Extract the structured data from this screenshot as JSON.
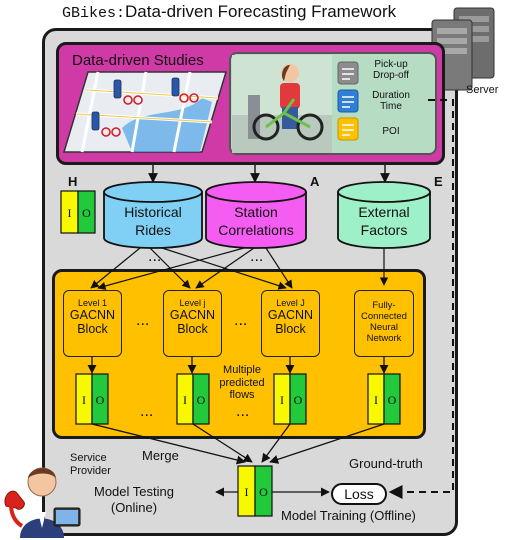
{
  "title": {
    "system_name": "GBikes",
    "separator": ":",
    "subtitle": "Data-driven Forecasting Framework"
  },
  "server": {
    "label": "Server"
  },
  "studies": {
    "title": "Data-driven Studies",
    "legend": [
      {
        "label": "Pick-up\nDrop-off",
        "icon": "document-icon",
        "color": "#8c8c8c"
      },
      {
        "label": "Duration\nTime",
        "icon": "document-icon",
        "color": "#2f7fd6"
      },
      {
        "label": "POI",
        "icon": "document-icon",
        "color": "#ffc000"
      }
    ]
  },
  "data_sources": [
    {
      "key": "historical",
      "lines": [
        "Historical",
        "Rides"
      ],
      "color": "#7fd0f4"
    },
    {
      "key": "correlations",
      "lines": [
        "Station",
        "Correlations"
      ],
      "color": "#f55cf2"
    },
    {
      "key": "external",
      "lines": [
        "External",
        "Factors"
      ],
      "color": "#9ef0c8"
    }
  ],
  "markers": {
    "H": "H",
    "A": "A",
    "E": "E"
  },
  "io": {
    "input": "I",
    "output": "O"
  },
  "blocks": {
    "level1": {
      "small": "Level 1",
      "big": "GACNN\nBlock",
      "color": "#f9706b"
    },
    "levelj": {
      "small": "Level j",
      "big": "GACNN\nBlock",
      "color": "#7fe36c"
    },
    "levelJ": {
      "small": "Level J",
      "big": "GACNN\nBlock",
      "color": "#1ce0e8"
    },
    "fc": {
      "text": "Fully-\nConnected\nNeural\nNetwork",
      "color": "#f08000"
    }
  },
  "ellipsis": "...",
  "predicted_flows_label": "Multiple\npredicted\nflows",
  "labels": {
    "merge": "Merge",
    "service_provider": "Service\nProvider",
    "ground_truth": "Ground-truth",
    "model_testing": "Model Testing\n(Online)",
    "model_training": "Model Training (Offline)",
    "loss": "Loss"
  },
  "colors": {
    "outer_bg": "#d9d9d9",
    "studies_bg": "#d03aa6",
    "pipeline_bg": "#ffc000",
    "io_input": "#f8f800",
    "io_output": "#22c93a"
  }
}
